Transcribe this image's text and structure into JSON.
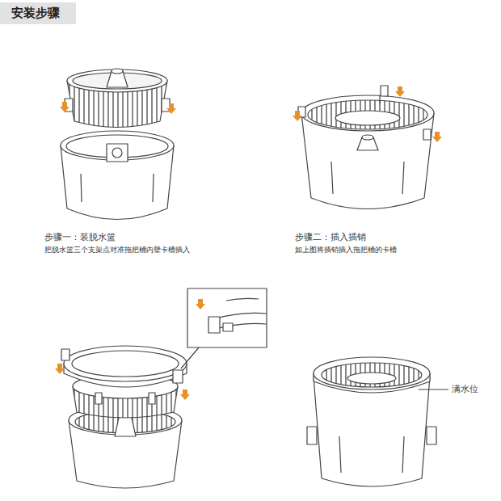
{
  "diagram": {
    "title": "安装步骤",
    "labels": [
      "步骤一：装脱水篮",
      "把脱水篮三个支架点对准拖把桶内壁卡槽插入",
      "步骤二：插入插销",
      "如上图将插销插入拖把桶的卡槽",
      "满水位"
    ]
  }
}
